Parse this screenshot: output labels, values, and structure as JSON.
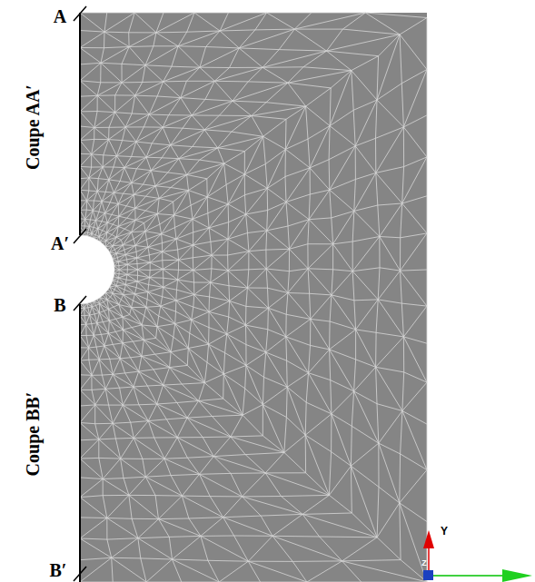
{
  "diagram": {
    "labels": [
      "A",
      "A′",
      "B",
      "B′",
      "Coupe AA′",
      "Coupe BB′",
      "Y",
      "Z"
    ]
  }
}
